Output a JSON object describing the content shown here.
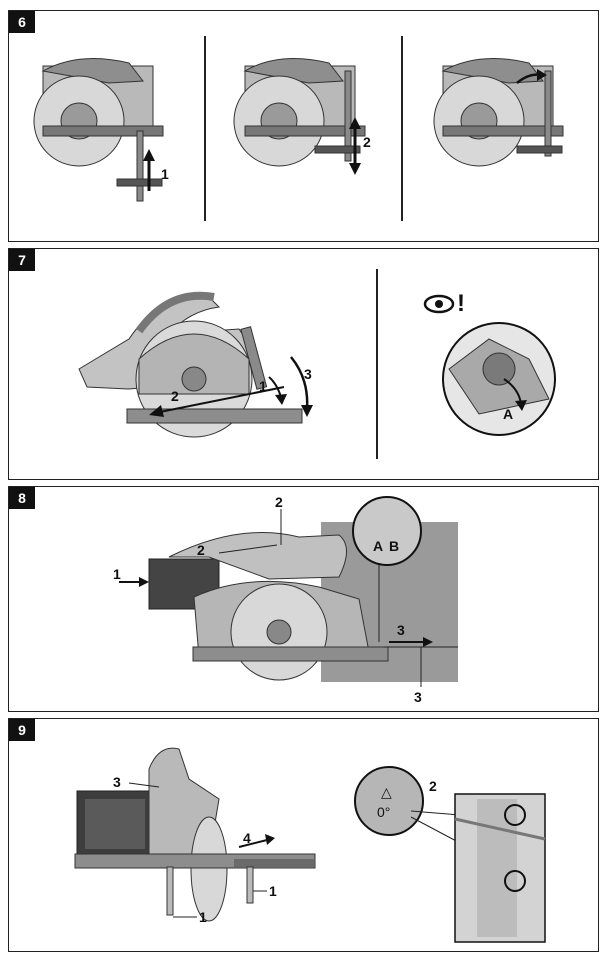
{
  "panels": [
    {
      "number": "6"
    },
    {
      "number": "7"
    },
    {
      "number": "8"
    },
    {
      "number": "9"
    }
  ],
  "callouts": {
    "p6_step1": "1",
    "p6_step2": "2",
    "p7_step1": "1",
    "p7_step2": "2",
    "p7_step3": "3",
    "p7_detail": "A",
    "p7_warning": "!",
    "p8_push": "1",
    "p8_switch_a": "2",
    "p8_switch_b": "2",
    "p8_cutline": "3",
    "p8_direction": "3",
    "p8_mark_a": "A",
    "p8_mark_b": "B",
    "p9_handle": "3",
    "p9_direction": "4",
    "p9_pin_left": "1",
    "p9_pin_right": "1",
    "p9_gauge_ref": "2",
    "p9_angle_symbol": "△",
    "p9_angle_value": "0°"
  },
  "icons": {
    "eye": "eye-icon",
    "warning": "exclamation-icon"
  },
  "colors": {
    "tool_body": "#b9b9b9",
    "tool_dark": "#6f6f6f",
    "tool_light": "#dcdcdc",
    "panel_border": "#222222",
    "badge_bg": "#111111",
    "workpiece": "#9a9a9a"
  }
}
